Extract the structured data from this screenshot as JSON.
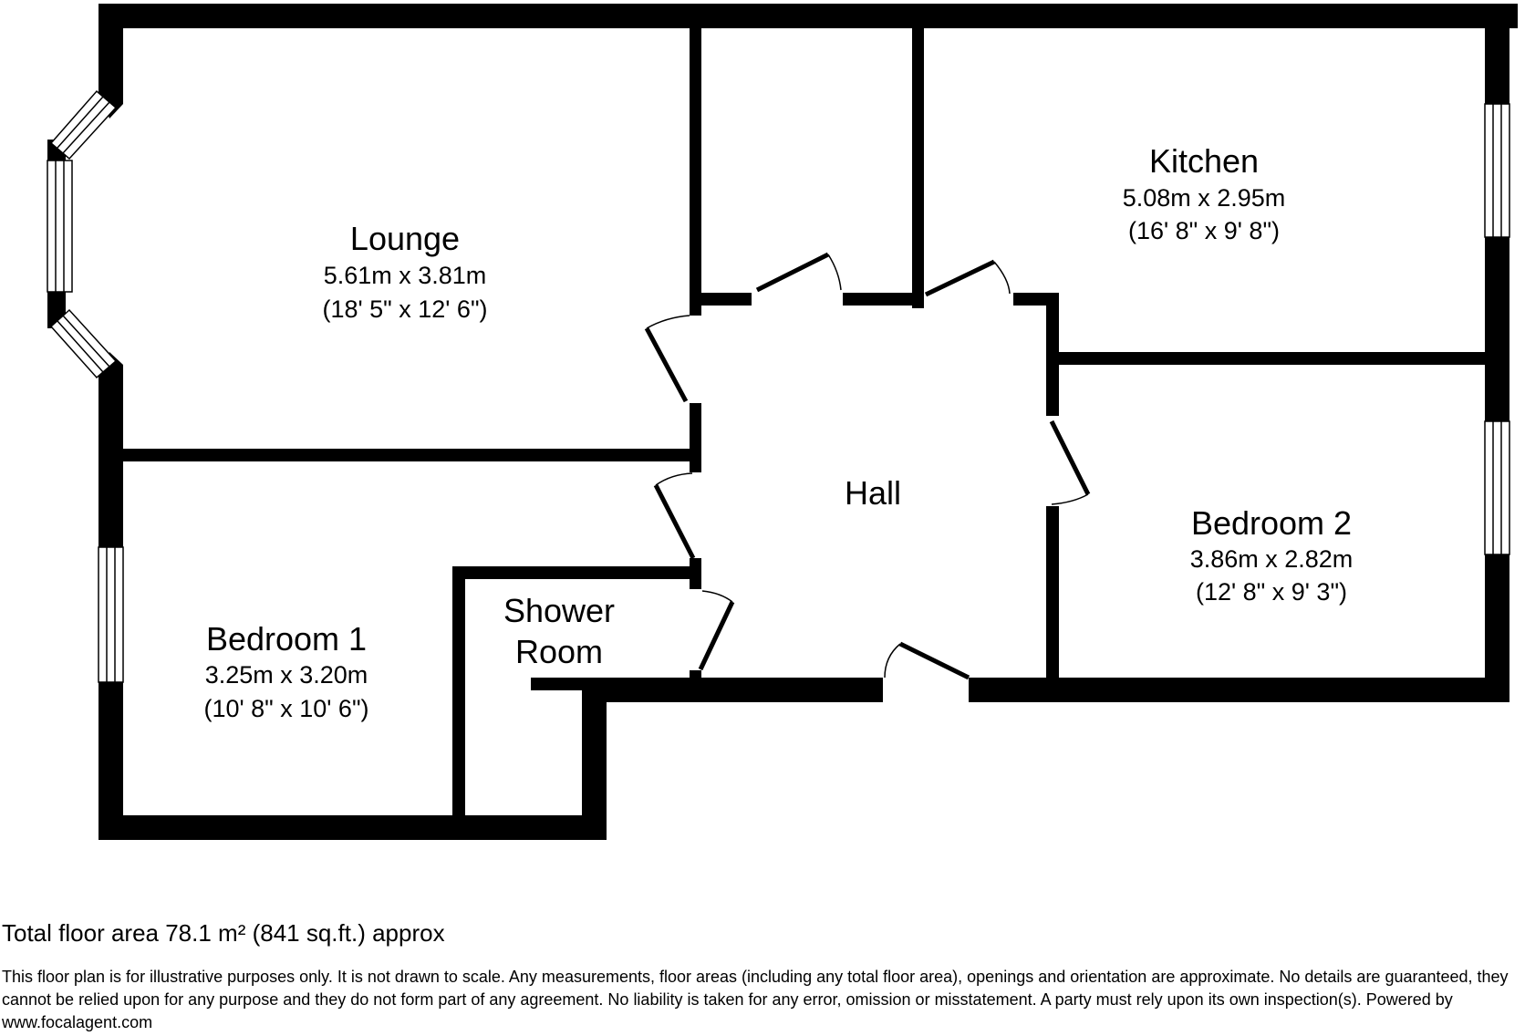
{
  "rooms": {
    "lounge": {
      "name": "Lounge",
      "metric": "5.61m x 3.81m",
      "imperial": "(18' 5\" x 12' 6\")"
    },
    "kitchen": {
      "name": "Kitchen",
      "metric": "5.08m x 2.95m",
      "imperial": "(16' 8\" x 9' 8\")"
    },
    "hall": {
      "name": "Hall"
    },
    "bedroom2": {
      "name": "Bedroom 2",
      "metric": "3.86m x 2.82m",
      "imperial": "(12' 8\" x 9' 3\")"
    },
    "shower": {
      "line1": "Shower",
      "line2": "Room"
    },
    "bedroom1": {
      "name": "Bedroom 1",
      "metric": "3.25m x 3.20m",
      "imperial": "(10' 8\" x 10' 6\")"
    }
  },
  "footer": {
    "total_area": "Total floor area 78.1 m² (841 sq.ft.) approx",
    "disclaimer": "This floor plan is for illustrative purposes only. It is not drawn to scale. Any measurements, floor areas (including any total floor area), openings and orientation are approximate. No details are guaranteed, they cannot be relied upon for any purpose and they do not form part of any agreement. No liability is taken for any error, omission or misstatement. A party must rely upon its own inspection(s). Powered by www.focalagent.com"
  }
}
